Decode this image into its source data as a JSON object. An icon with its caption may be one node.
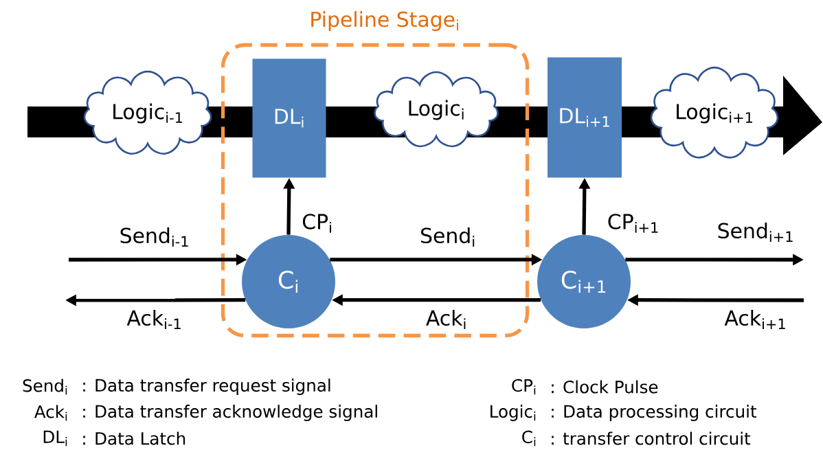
{
  "diagram": {
    "nodes": [
      {
        "text": [
          "Pipeline Stage$_{i}$"
        ]
      },
      {
        "text": [
          "Logic$_{i-1}$"
        ]
      },
      {
        "text": [
          "DL$_{i}$"
        ],
        "in": 0
      },
      {
        "text": [
          "Logic$_{i}$"
        ],
        "in": 0
      },
      {
        "text": [
          "DL$_{i+1}$"
        ]
      },
      {
        "text": [
          "Logic$_{i+1}$"
        ]
      },
      {
        "text": [
          "C$_{i}$"
        ],
        "in": 0
      },
      {
        "text": [
          "C$_{i+1}$"
        ]
      }
    ],
    "edges": [
      {
        "from": 6,
        "to": 2,
        "arrow": "to",
        "label": "CP$_{i}$"
      },
      {
        "from": 7,
        "to": 4,
        "arrow": "to",
        "label": "CP$_{i+1}$"
      },
      {
        "from": null,
        "to": 6,
        "arrow": "to",
        "label": "Send$_{i-1}$"
      },
      {
        "from": 6,
        "to": 7,
        "arrow": "to",
        "label": "Send$_{i}$"
      },
      {
        "from": 7,
        "to": null,
        "arrow": "to",
        "label": "Send$_{i+1}$"
      },
      {
        "from": 6,
        "to": null,
        "arrow": "to",
        "label": "Ack$_{i-1}$"
      },
      {
        "from": 7,
        "to": 6,
        "arrow": "to",
        "label": "Ack$_{i}$"
      },
      {
        "from": null,
        "to": 7,
        "arrow": "to",
        "label": "Ack$_{i+1}$"
      }
    ],
    "labels": [
      "Send$_{i}$",
      ": Data transfer request signal",
      "CP$_{i}$",
      ": Clock Pulse",
      "Ack$_{i}$",
      ": Data transfer acknowledge signal",
      "Logic$_{i}$",
      ": Data processing circuit",
      "DL$_{i}$",
      ": Data Latch",
      "C$_{i}$",
      ": transfer control circuit"
    ]
  }
}
